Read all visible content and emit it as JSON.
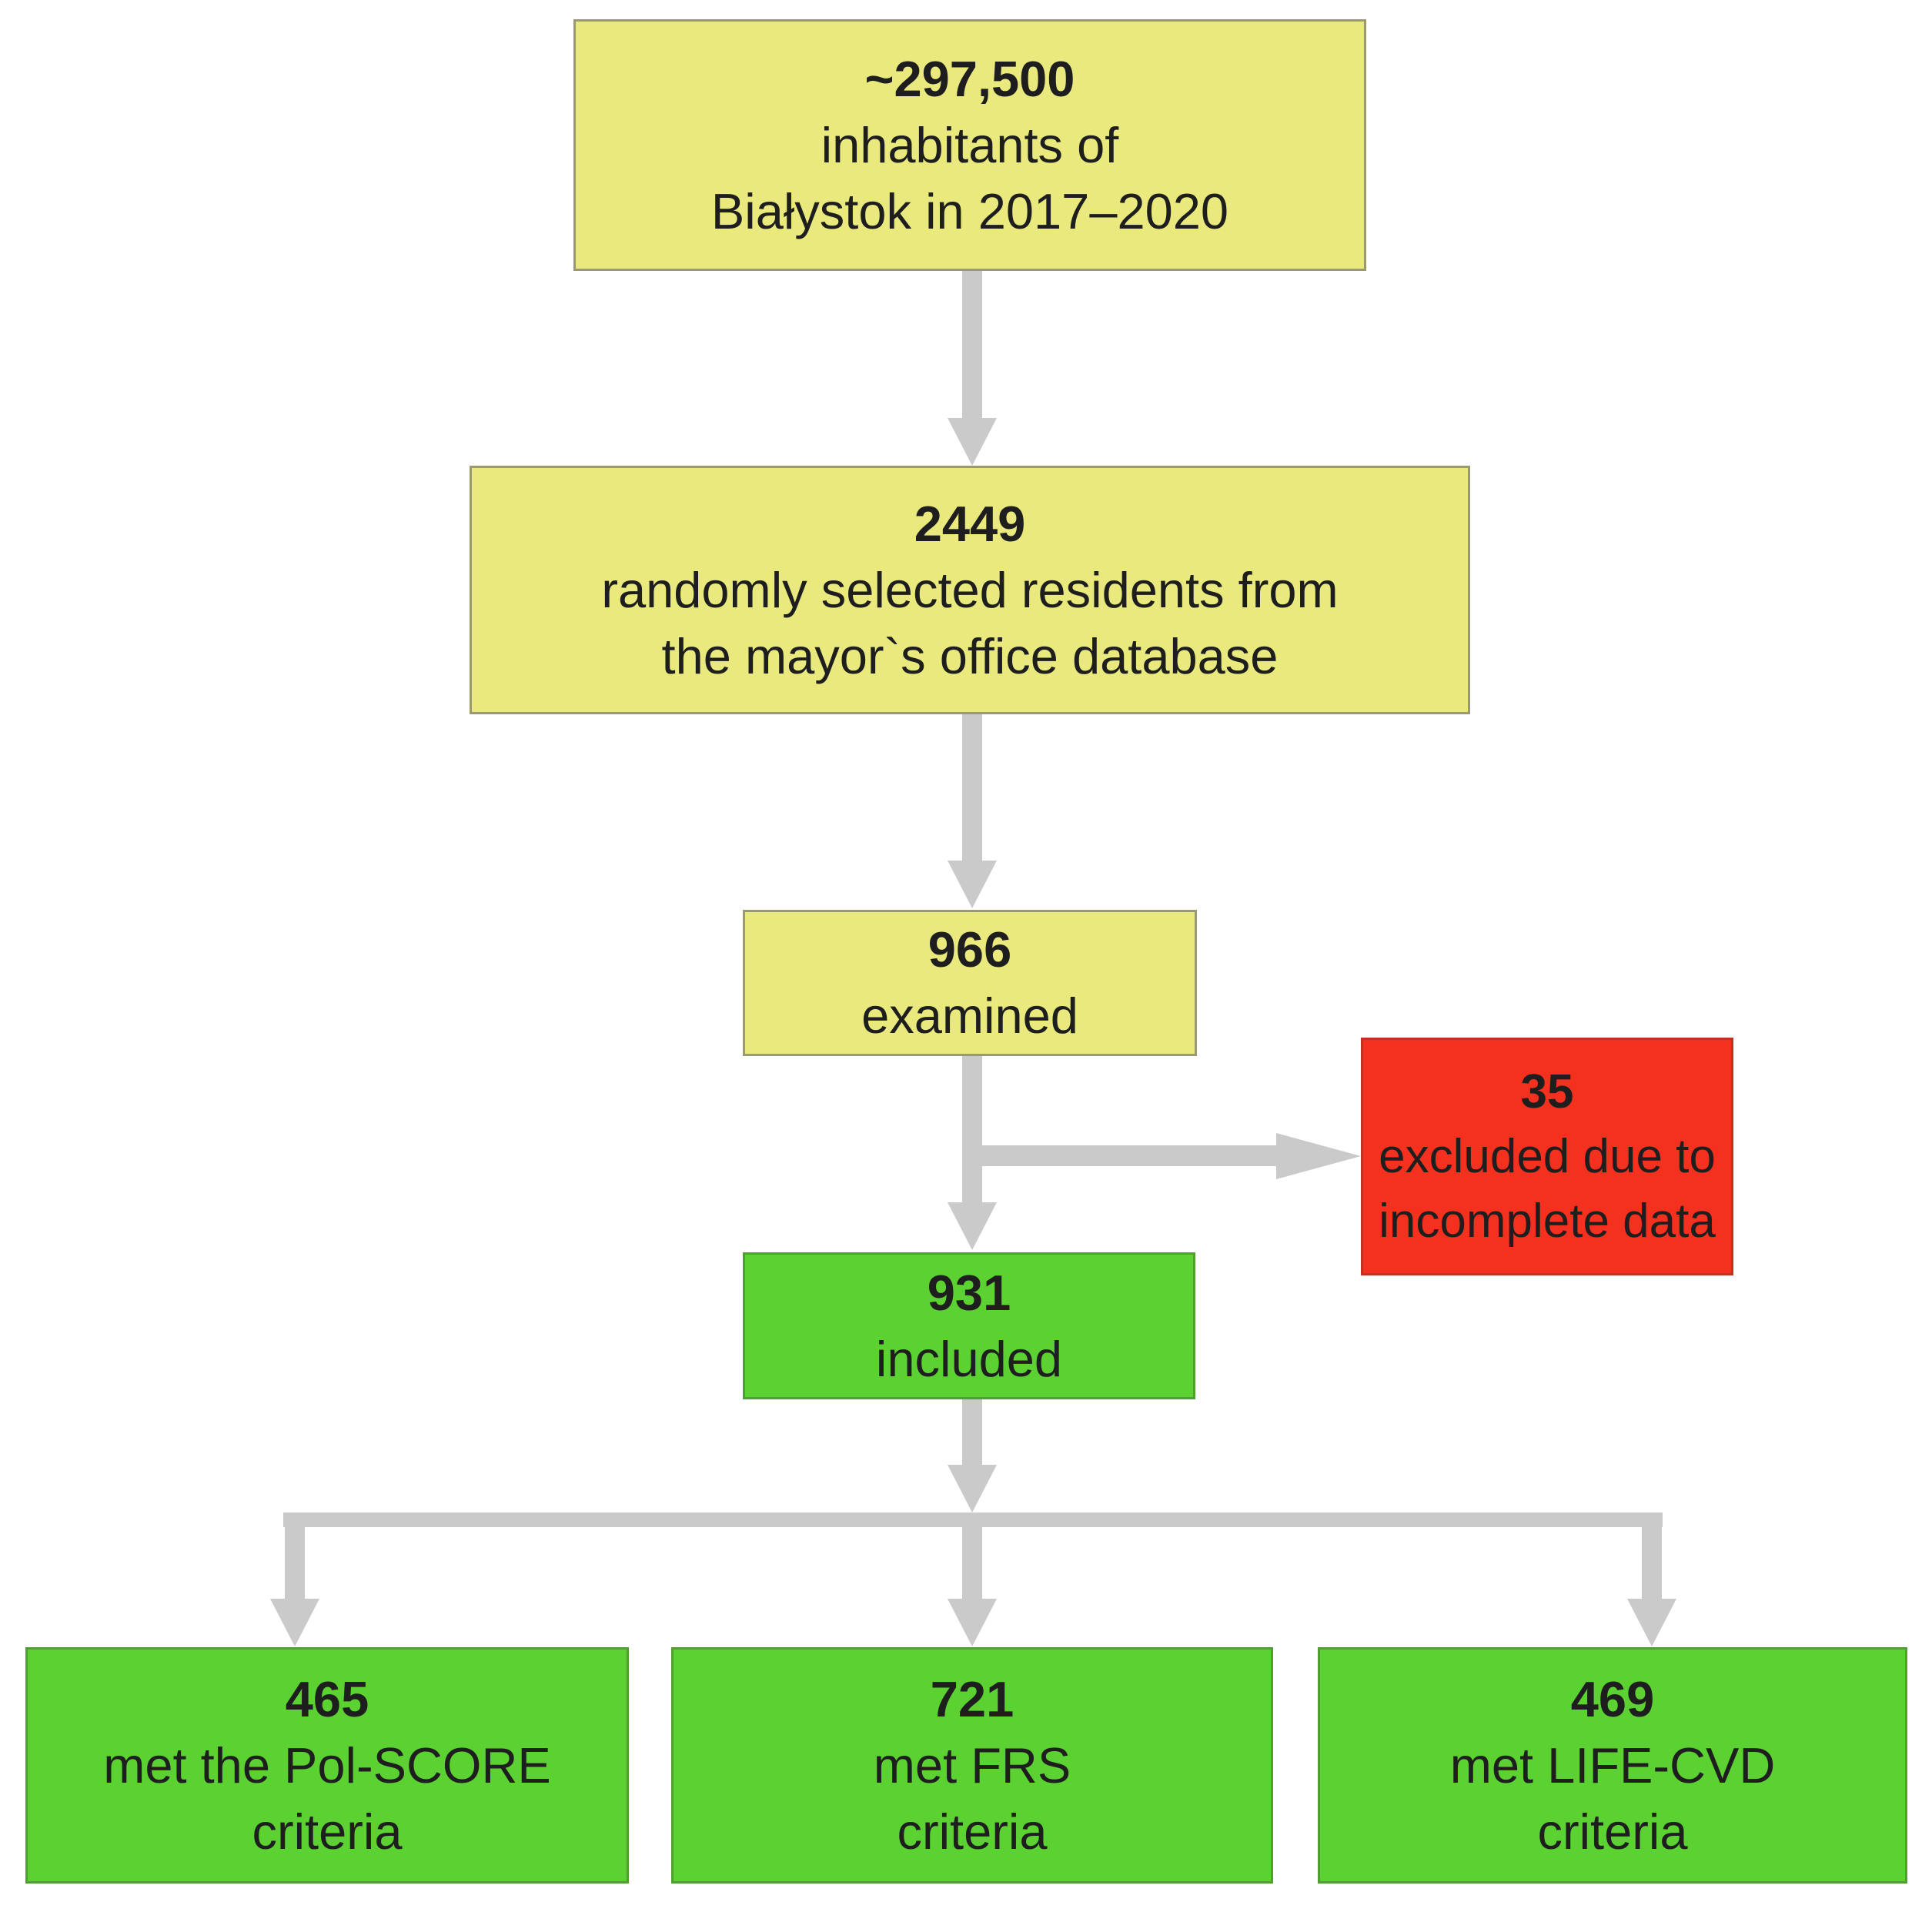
{
  "diagram": {
    "colors": {
      "yellow": "#e9e97d",
      "yellowBorder": "#9a9a6e",
      "green": "#5bd132",
      "greenBorder": "#519e33",
      "red": "#f4301f",
      "redBorder": "#c03122",
      "arrow": "#cacaca",
      "text": "#1e1e1e"
    },
    "nodes": {
      "population": {
        "lines": [
          "~297,500",
          "inhabitants of",
          "Białystok in 2017–2020"
        ]
      },
      "selected": {
        "lines": [
          "2449",
          "randomly selected residents from",
          "the mayor`s office database"
        ]
      },
      "examined": {
        "lines": [
          "966",
          "examined"
        ]
      },
      "excluded": {
        "lines": [
          "35",
          "excluded due to",
          "incomplete data"
        ]
      },
      "included": {
        "lines": [
          "931",
          "included"
        ]
      },
      "pol_score": {
        "lines": [
          "465",
          "met the Pol-SCORE",
          "criteria"
        ]
      },
      "frs": {
        "lines": [
          "721",
          "met FRS",
          "criteria"
        ]
      },
      "life_cvd": {
        "lines": [
          "469",
          "met LIFE-CVD",
          "criteria"
        ]
      }
    }
  }
}
